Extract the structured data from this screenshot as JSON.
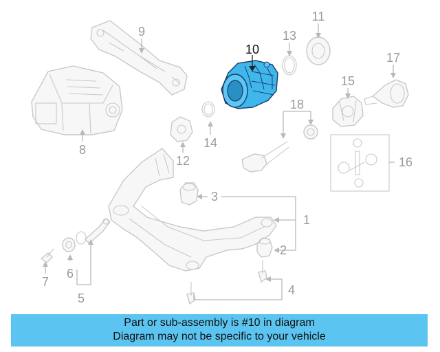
{
  "callouts": {
    "c1": "1",
    "c2": "2",
    "c3": "3",
    "c4": "4",
    "c5": "5",
    "c6": "6",
    "c7": "7",
    "c8": "8",
    "c9": "9",
    "c10": "10",
    "c11": "11",
    "c12": "12",
    "c13": "13",
    "c14": "14",
    "c15": "15",
    "c16": "16",
    "c17": "17",
    "c18": "18"
  },
  "banner": {
    "line1": "Part or sub-assembly is #10 in diagram",
    "line2": "Diagram may not be specific to your vehicle"
  },
  "colors": {
    "highlight_part": "#3fb6ec",
    "banner_bg": "#5bc4f1",
    "line_art": "#c8c8c8"
  },
  "highlighted_part": "10"
}
